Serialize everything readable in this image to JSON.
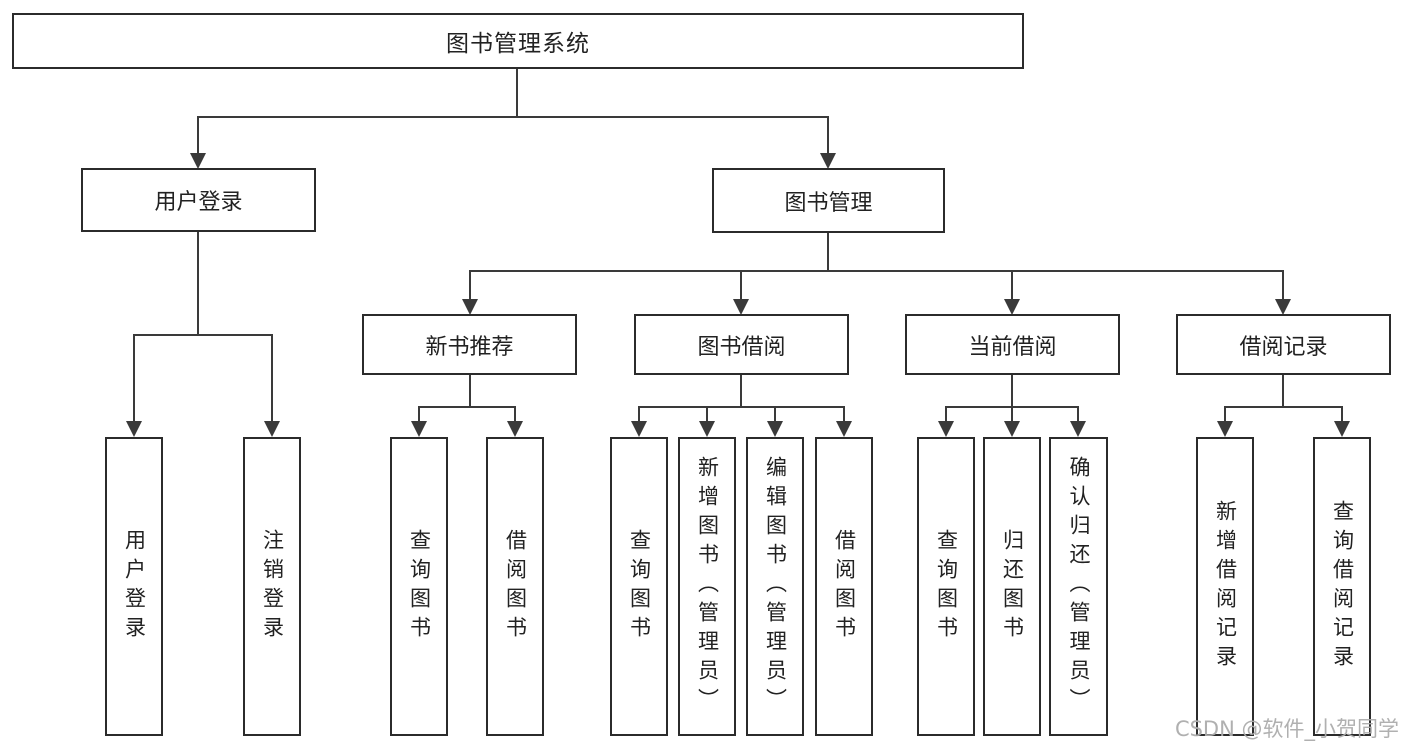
{
  "tree": {
    "root": {
      "label": "图书管理系统"
    },
    "children": [
      {
        "label": "用户登录",
        "children": [
          {
            "label": "用户登录"
          },
          {
            "label": "注销登录"
          }
        ]
      },
      {
        "label": "图书管理",
        "children": [
          {
            "label": "新书推荐",
            "children": [
              {
                "label": "查询图书"
              },
              {
                "label": "借阅图书"
              }
            ]
          },
          {
            "label": "图书借阅",
            "children": [
              {
                "label": "查询图书"
              },
              {
                "label": "新增图书（管理员）"
              },
              {
                "label": "编辑图书（管理员）"
              },
              {
                "label": "借阅图书"
              }
            ]
          },
          {
            "label": "当前借阅",
            "children": [
              {
                "label": "查询图书"
              },
              {
                "label": "归还图书"
              },
              {
                "label": "确认归还（管理员）"
              }
            ]
          },
          {
            "label": "借阅记录",
            "children": [
              {
                "label": "新增借阅记录"
              },
              {
                "label": "查询借阅记录"
              }
            ]
          }
        ]
      }
    ]
  },
  "watermark": {
    "text": "CSDN @软件_小贺同学",
    "color": "#acacac"
  },
  "colors": {
    "background": "#ffffff",
    "box_fill": "#ffffff",
    "box_border": "#2b2b2b",
    "connector_line": "#3a3a3a",
    "text": "#222222"
  }
}
